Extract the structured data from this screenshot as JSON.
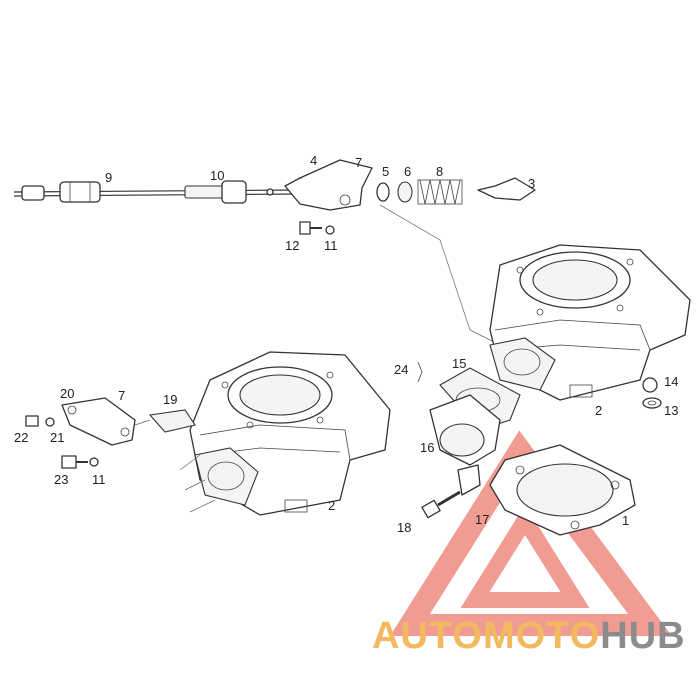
{
  "diagram": {
    "callouts": [
      "1",
      "2",
      "2",
      "3",
      "4",
      "5",
      "6",
      "7",
      "7",
      "8",
      "9",
      "10",
      "11",
      "11",
      "12",
      "13",
      "14",
      "15",
      "16",
      "17",
      "18",
      "19",
      "20",
      "21",
      "22",
      "23",
      "24"
    ]
  },
  "watermark": {
    "brand_a": "AUTOMOTO",
    "brand_b": "HUB",
    "color_a": "#f3b95f",
    "color_b": "#8c8c8c",
    "triangle_color": "#e74c3c"
  }
}
